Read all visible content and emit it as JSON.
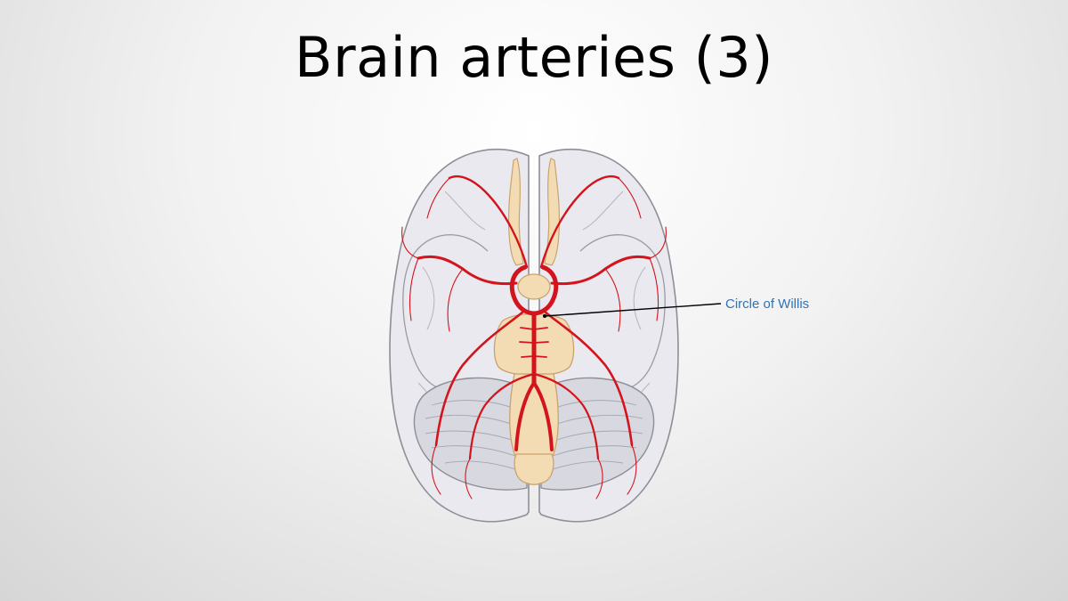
{
  "slide": {
    "title": "Brain arteries (3)",
    "background": "#efefef"
  },
  "diagram": {
    "subject": "brain-inferior-view",
    "callouts": [
      {
        "label": "Circle of Willis",
        "color": "#2e75b6"
      }
    ],
    "colors": {
      "artery": "#d4141c",
      "artery_dark": "#a30d12",
      "brain": "#e9e9ef",
      "brain_outline": "#8e8e96",
      "brainstem": "#f3dcb3",
      "brainstem_outline": "#c9a36e",
      "cerebellum": "#d8d8e0"
    }
  }
}
